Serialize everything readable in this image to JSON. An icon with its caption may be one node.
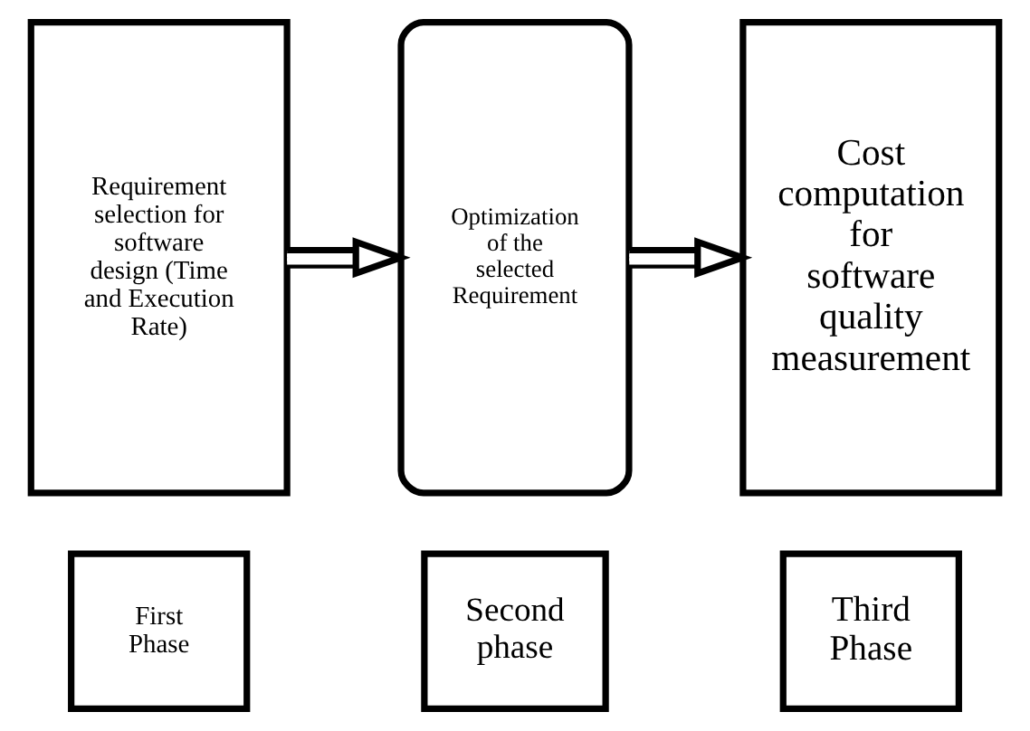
{
  "diagram": {
    "nodes": [
      {
        "text": [
          "Requirement selection for software design (Time and Execution Rate)"
        ]
      },
      {
        "text": [
          "Optimization of the selected Requirement"
        ]
      },
      {
        "text": [
          "Cost computation for software quality measurement"
        ]
      },
      {
        "text": [
          "First Phase"
        ]
      },
      {
        "text": [
          "Second phase"
        ]
      },
      {
        "text": [
          "Third Phase"
        ]
      }
    ],
    "edges": [
      {
        "from": 0,
        "to": 1,
        "arrow": "to"
      },
      {
        "from": 1,
        "to": 2,
        "arrow": "to"
      }
    ]
  }
}
